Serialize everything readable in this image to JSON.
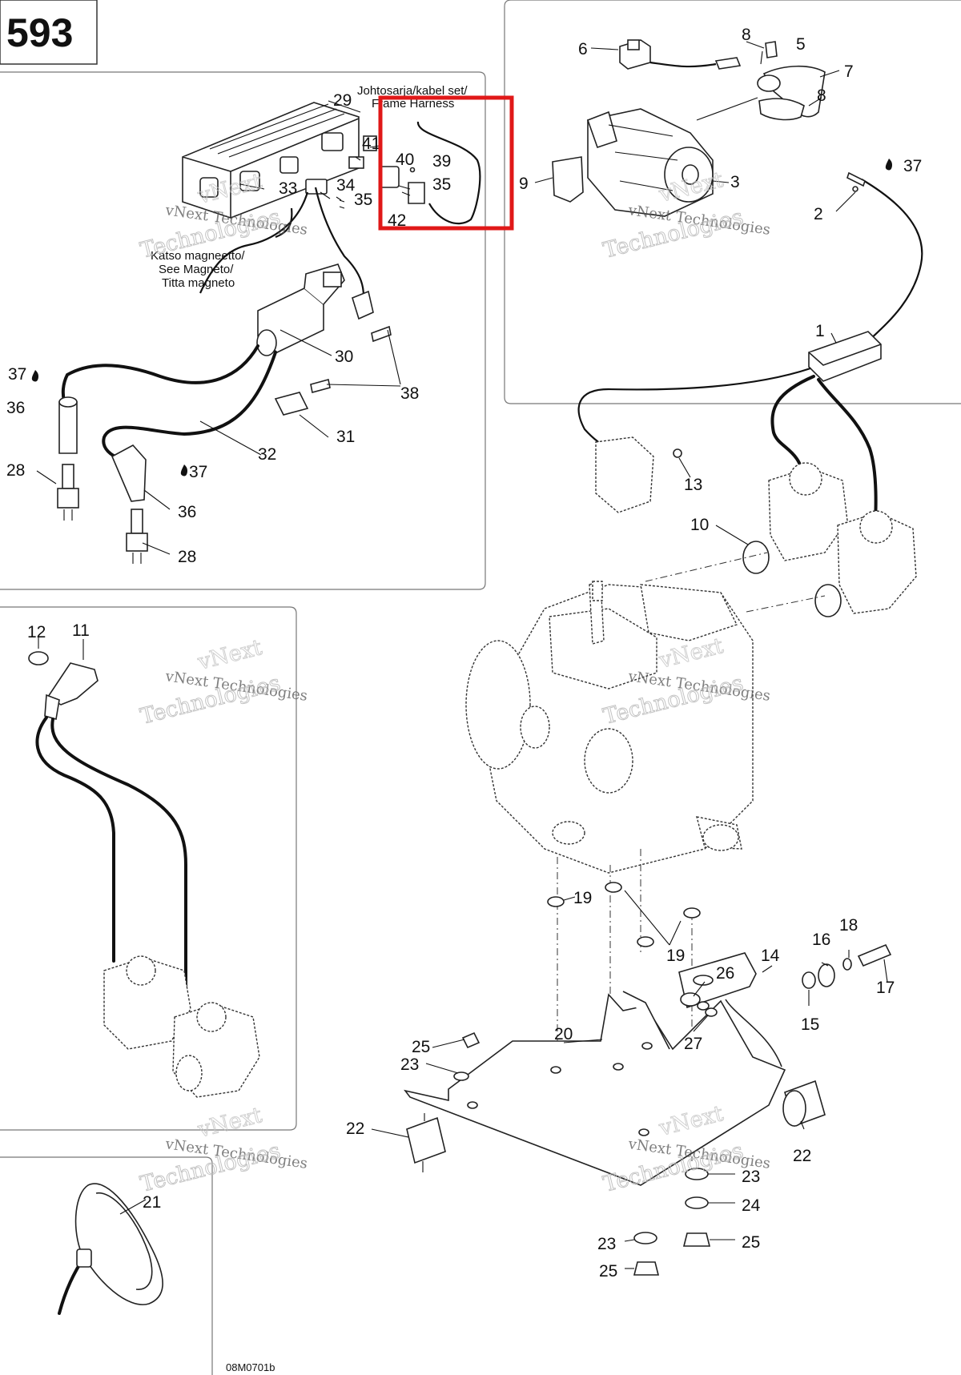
{
  "page": {
    "number": "593",
    "drawing_code": "08M0701b",
    "highlight_color": "#e01818"
  },
  "notes": {
    "harness_line1": "Johtosarja/kabel set/",
    "harness_line2": "Frame Harness",
    "magneto_line1": "Katso magneetto/",
    "magneto_line2": "See Magneto/",
    "magneto_line3": "Titta magneto"
  },
  "watermark": {
    "line1": "vNext",
    "line2": "vNext Technologies",
    "line3": "Technologies"
  },
  "callouts": {
    "top_left": [
      "29",
      "41",
      "40",
      "39",
      "33",
      "34",
      "35",
      "35",
      "42",
      "30",
      "38",
      "37",
      "36",
      "32",
      "31",
      "28",
      "37",
      "36",
      "28"
    ],
    "top_right": [
      "6",
      "8",
      "5",
      "7",
      "8",
      "9",
      "3",
      "37",
      "2",
      "1",
      "13",
      "10"
    ],
    "left_mid": [
      "12",
      "11"
    ],
    "bottom_left": [
      "21"
    ],
    "center": [
      "19",
      "19",
      "14",
      "16",
      "18",
      "26",
      "17",
      "15",
      "20",
      "27",
      "25",
      "23",
      "22",
      "22",
      "23",
      "24",
      "23",
      "25",
      "25"
    ]
  },
  "icons": {
    "oil_drop": "oil-drop-icon"
  }
}
